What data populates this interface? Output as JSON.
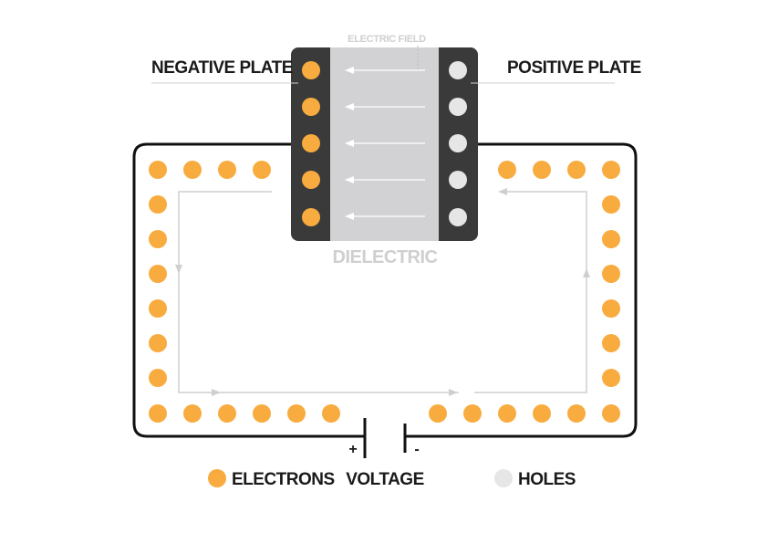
{
  "labels": {
    "negative_plate": "NEGATIVE PLATE",
    "positive_plate": "POSITIVE PLATE",
    "electric_field": "ELECTRIC FIELD",
    "dielectric": "DIELECTRIC",
    "plus": "+",
    "minus": "-"
  },
  "legend": {
    "electrons": "ELECTRONS",
    "voltage": "VOLTAGE",
    "holes": "HOLES"
  },
  "colors": {
    "electron": "#F8AC3F",
    "hole": "#E6E6E6",
    "plate": "#3A3A3A",
    "dielectric": "#D2D2D4",
    "wire": "#111111",
    "arrow": "#CFCFCF"
  }
}
